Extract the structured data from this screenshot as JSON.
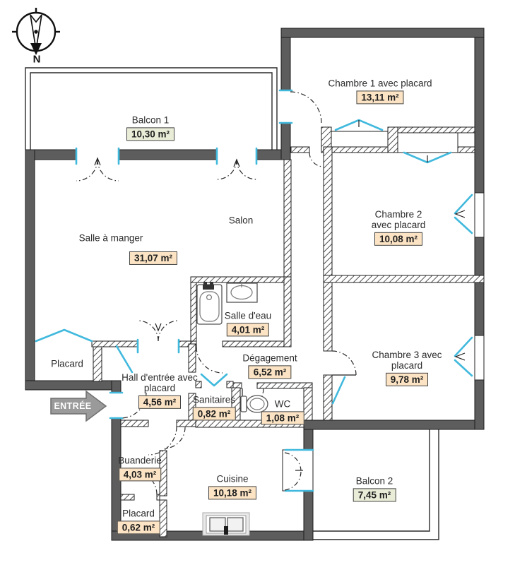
{
  "compass": {
    "label": "N"
  },
  "entrance": {
    "label": "ENTRÉE"
  },
  "colors": {
    "exterior_wall": "#5d5d5d",
    "window_door_blue": "#41b9dd",
    "area_badge_bg": "#fbe3c4",
    "balcony_badge_bg": "#e9edd8",
    "badge_border": "#454545"
  },
  "rooms": [
    {
      "id": "balcon-1",
      "name": "Balcon 1",
      "area": "10,30 m²",
      "type": "balcony"
    },
    {
      "id": "chambre-1",
      "name": "Chambre 1 avec placard",
      "area": "13,11 m²",
      "type": "room"
    },
    {
      "id": "salle-a-manger",
      "name": "Salle à manger",
      "area": "31,07 m²",
      "type": "room"
    },
    {
      "id": "salon",
      "name": "Salon",
      "area": "",
      "type": "room"
    },
    {
      "id": "chambre-2",
      "name": "Chambre 2 avec placard",
      "area": "10,08 m²",
      "type": "room"
    },
    {
      "id": "salle-d-eau",
      "name": "Salle d'eau",
      "area": "4,01 m²",
      "type": "room"
    },
    {
      "id": "placard-salon",
      "name": "Placard",
      "area": "",
      "type": "room"
    },
    {
      "id": "hall-d-entree",
      "name": "Hall d'entrée avec placard",
      "area": "4,56 m²",
      "type": "room"
    },
    {
      "id": "degagement",
      "name": "Dégagement",
      "area": "6,52 m²",
      "type": "room"
    },
    {
      "id": "sanitaires",
      "name": "Sanitaires",
      "area": "0,82 m²",
      "type": "room"
    },
    {
      "id": "wc",
      "name": "WC",
      "area": "1,08 m²",
      "type": "room"
    },
    {
      "id": "chambre-3",
      "name": "Chambre 3 avec placard",
      "area": "9,78 m²",
      "type": "room"
    },
    {
      "id": "buanderie",
      "name": "Buanderie",
      "area": "4,03 m²",
      "type": "room"
    },
    {
      "id": "cuisine",
      "name": "Cuisine",
      "area": "10,18 m²",
      "type": "room"
    },
    {
      "id": "placard-buanderie",
      "name": "Placard",
      "area": "0,62 m²",
      "type": "room"
    },
    {
      "id": "balcon-2",
      "name": "Balcon 2",
      "area": "7,45 m²",
      "type": "balcony"
    }
  ]
}
